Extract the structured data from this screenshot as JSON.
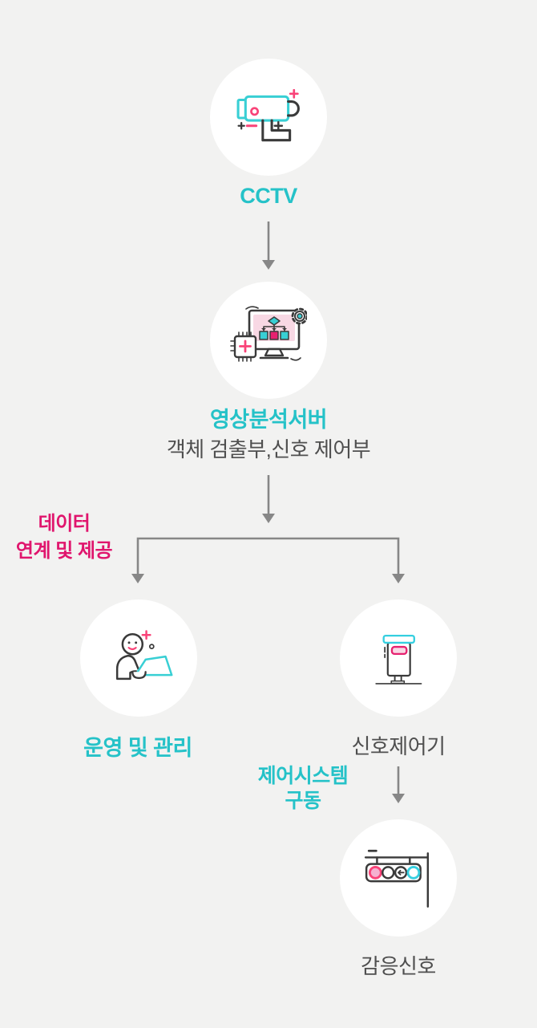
{
  "diagram": {
    "type": "vertical-flowchart",
    "background_color": "#f2f2f1",
    "colors": {
      "teal_text": "#25c2c8",
      "magenta_text": "#e0156d",
      "gray_text": "#4f4f4f",
      "arrow_gray": "#878787",
      "node_circle_fill": "#ffffff",
      "icon_outline_dark": "#3a3a3a",
      "icon_teal": "#38cfd4",
      "icon_pink": "#f94378",
      "icon_magenta": "#e62270",
      "icon_pink_light": "#f8d8e4"
    }
  },
  "nodes": {
    "cctv": {
      "label": "CCTV",
      "icon": "cctv-camera-icon"
    },
    "server": {
      "label": "영상분석서버",
      "sublabel": "객체 검출부,신호 제어부",
      "icon": "analysis-server-icon"
    },
    "operation": {
      "label": "운영 및 관리",
      "icon": "operator-laptop-icon"
    },
    "controller": {
      "label": "신호제어기",
      "icon": "signal-controller-icon"
    },
    "signal": {
      "label": "감응신호",
      "icon": "traffic-light-icon"
    }
  },
  "edge_labels": {
    "data_link": {
      "line1": "데이터",
      "line2": "연계 및 제공"
    },
    "control_drive": {
      "line1": "제어시스템",
      "line2": "구동"
    }
  },
  "flow": [
    "CCTV → 영상분석서버",
    "영상분석서버 → 운영 및 관리 (데이터 연계 및 제공)",
    "영상분석서버 → 신호제어기 (데이터 연계 및 제공)",
    "신호제어기 → 감응신호 (제어시스템 구동)"
  ]
}
